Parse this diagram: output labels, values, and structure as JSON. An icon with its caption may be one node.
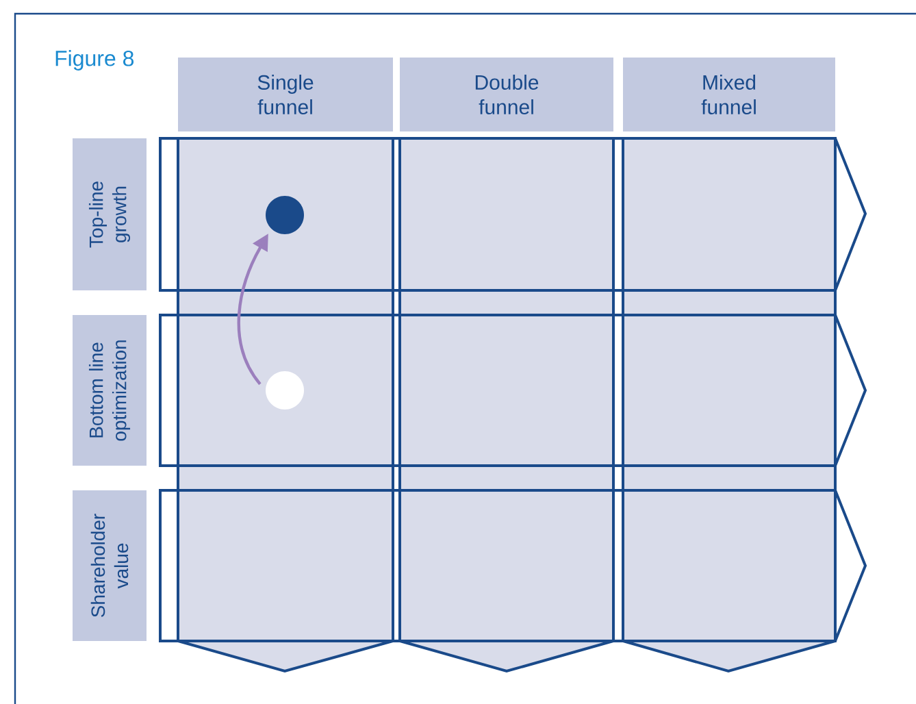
{
  "diagram": {
    "title": "Figure 8",
    "nodes": [
      {
        "text": [
          "Single funnel"
        ]
      },
      {
        "text": [
          "Double funnel"
        ]
      },
      {
        "text": [
          "Mixed funnel"
        ]
      },
      {
        "text": [
          "Top-line growth"
        ]
      },
      {
        "text": [
          "Bottom line optimization"
        ]
      },
      {
        "text": [
          "Shareholder value"
        ]
      },
      {
        "text": [],
        "shape": "circle"
      },
      {
        "text": [],
        "shape": "circle"
      }
    ],
    "edges": [
      {
        "from": 7,
        "to": 6,
        "arrow": "to"
      }
    ]
  }
}
